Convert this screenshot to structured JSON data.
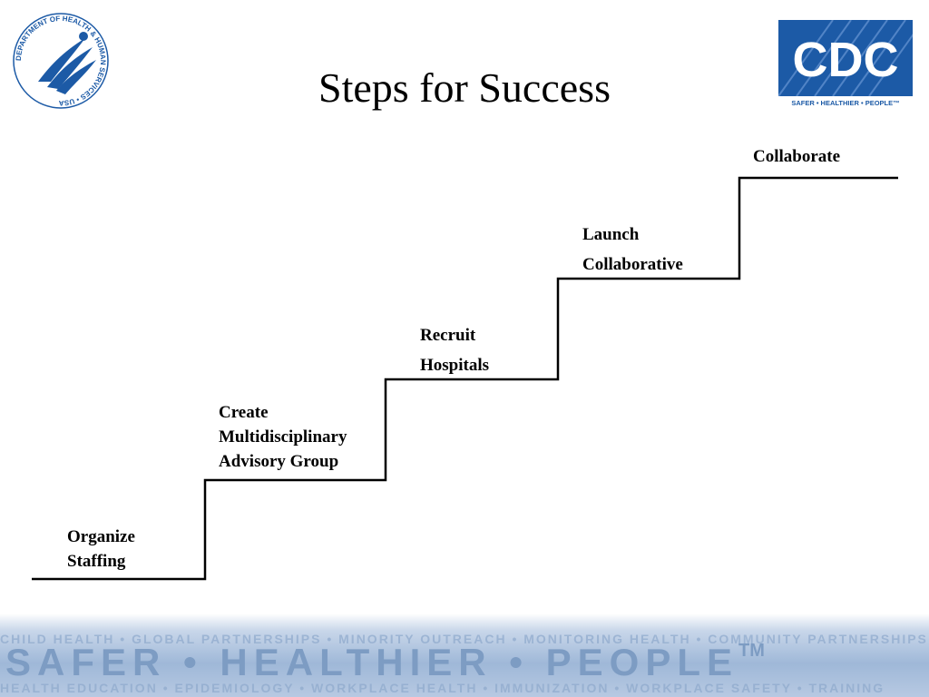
{
  "title": "Steps for Success",
  "steps": [
    {
      "lines": [
        "Organize",
        "Staffing"
      ]
    },
    {
      "lines": [
        "Create",
        "Multidisciplinary",
        "Advisory Group"
      ]
    },
    {
      "lines": [
        "Recruit",
        "Hospitals"
      ]
    },
    {
      "lines": [
        "Launch",
        "Collaborative"
      ]
    },
    {
      "lines": [
        "Collaborate"
      ]
    }
  ],
  "hhs_logo": {
    "ring_text": "DEPARTMENT OF HEALTH & HUMAN SERVICES • USA"
  },
  "cdc_logo": {
    "wordmark": "CDC",
    "tagline": "SAFER • HEALTHIER • PEOPLE™"
  },
  "footer": {
    "headline": "SAFER • HEALTHIER • PEOPLE",
    "trademark": "TM",
    "background_words_top": "CHILD HEALTH • GLOBAL PARTNERSHIPS • MINORITY OUTREACH • MONITORING HEALTH • COMMUNITY PARTNERSHIPS",
    "background_words_bottom": "HEALTH EDUCATION • EPIDEMIOLOGY • WORKPLACE HEALTH • IMMUNIZATION • WORKPLACE SAFETY • TRAINING"
  },
  "colors": {
    "title": "#000000",
    "stairs": "#000000",
    "cdc_blue": "#1c5aa6",
    "footer_text": "#7d9cc3"
  }
}
